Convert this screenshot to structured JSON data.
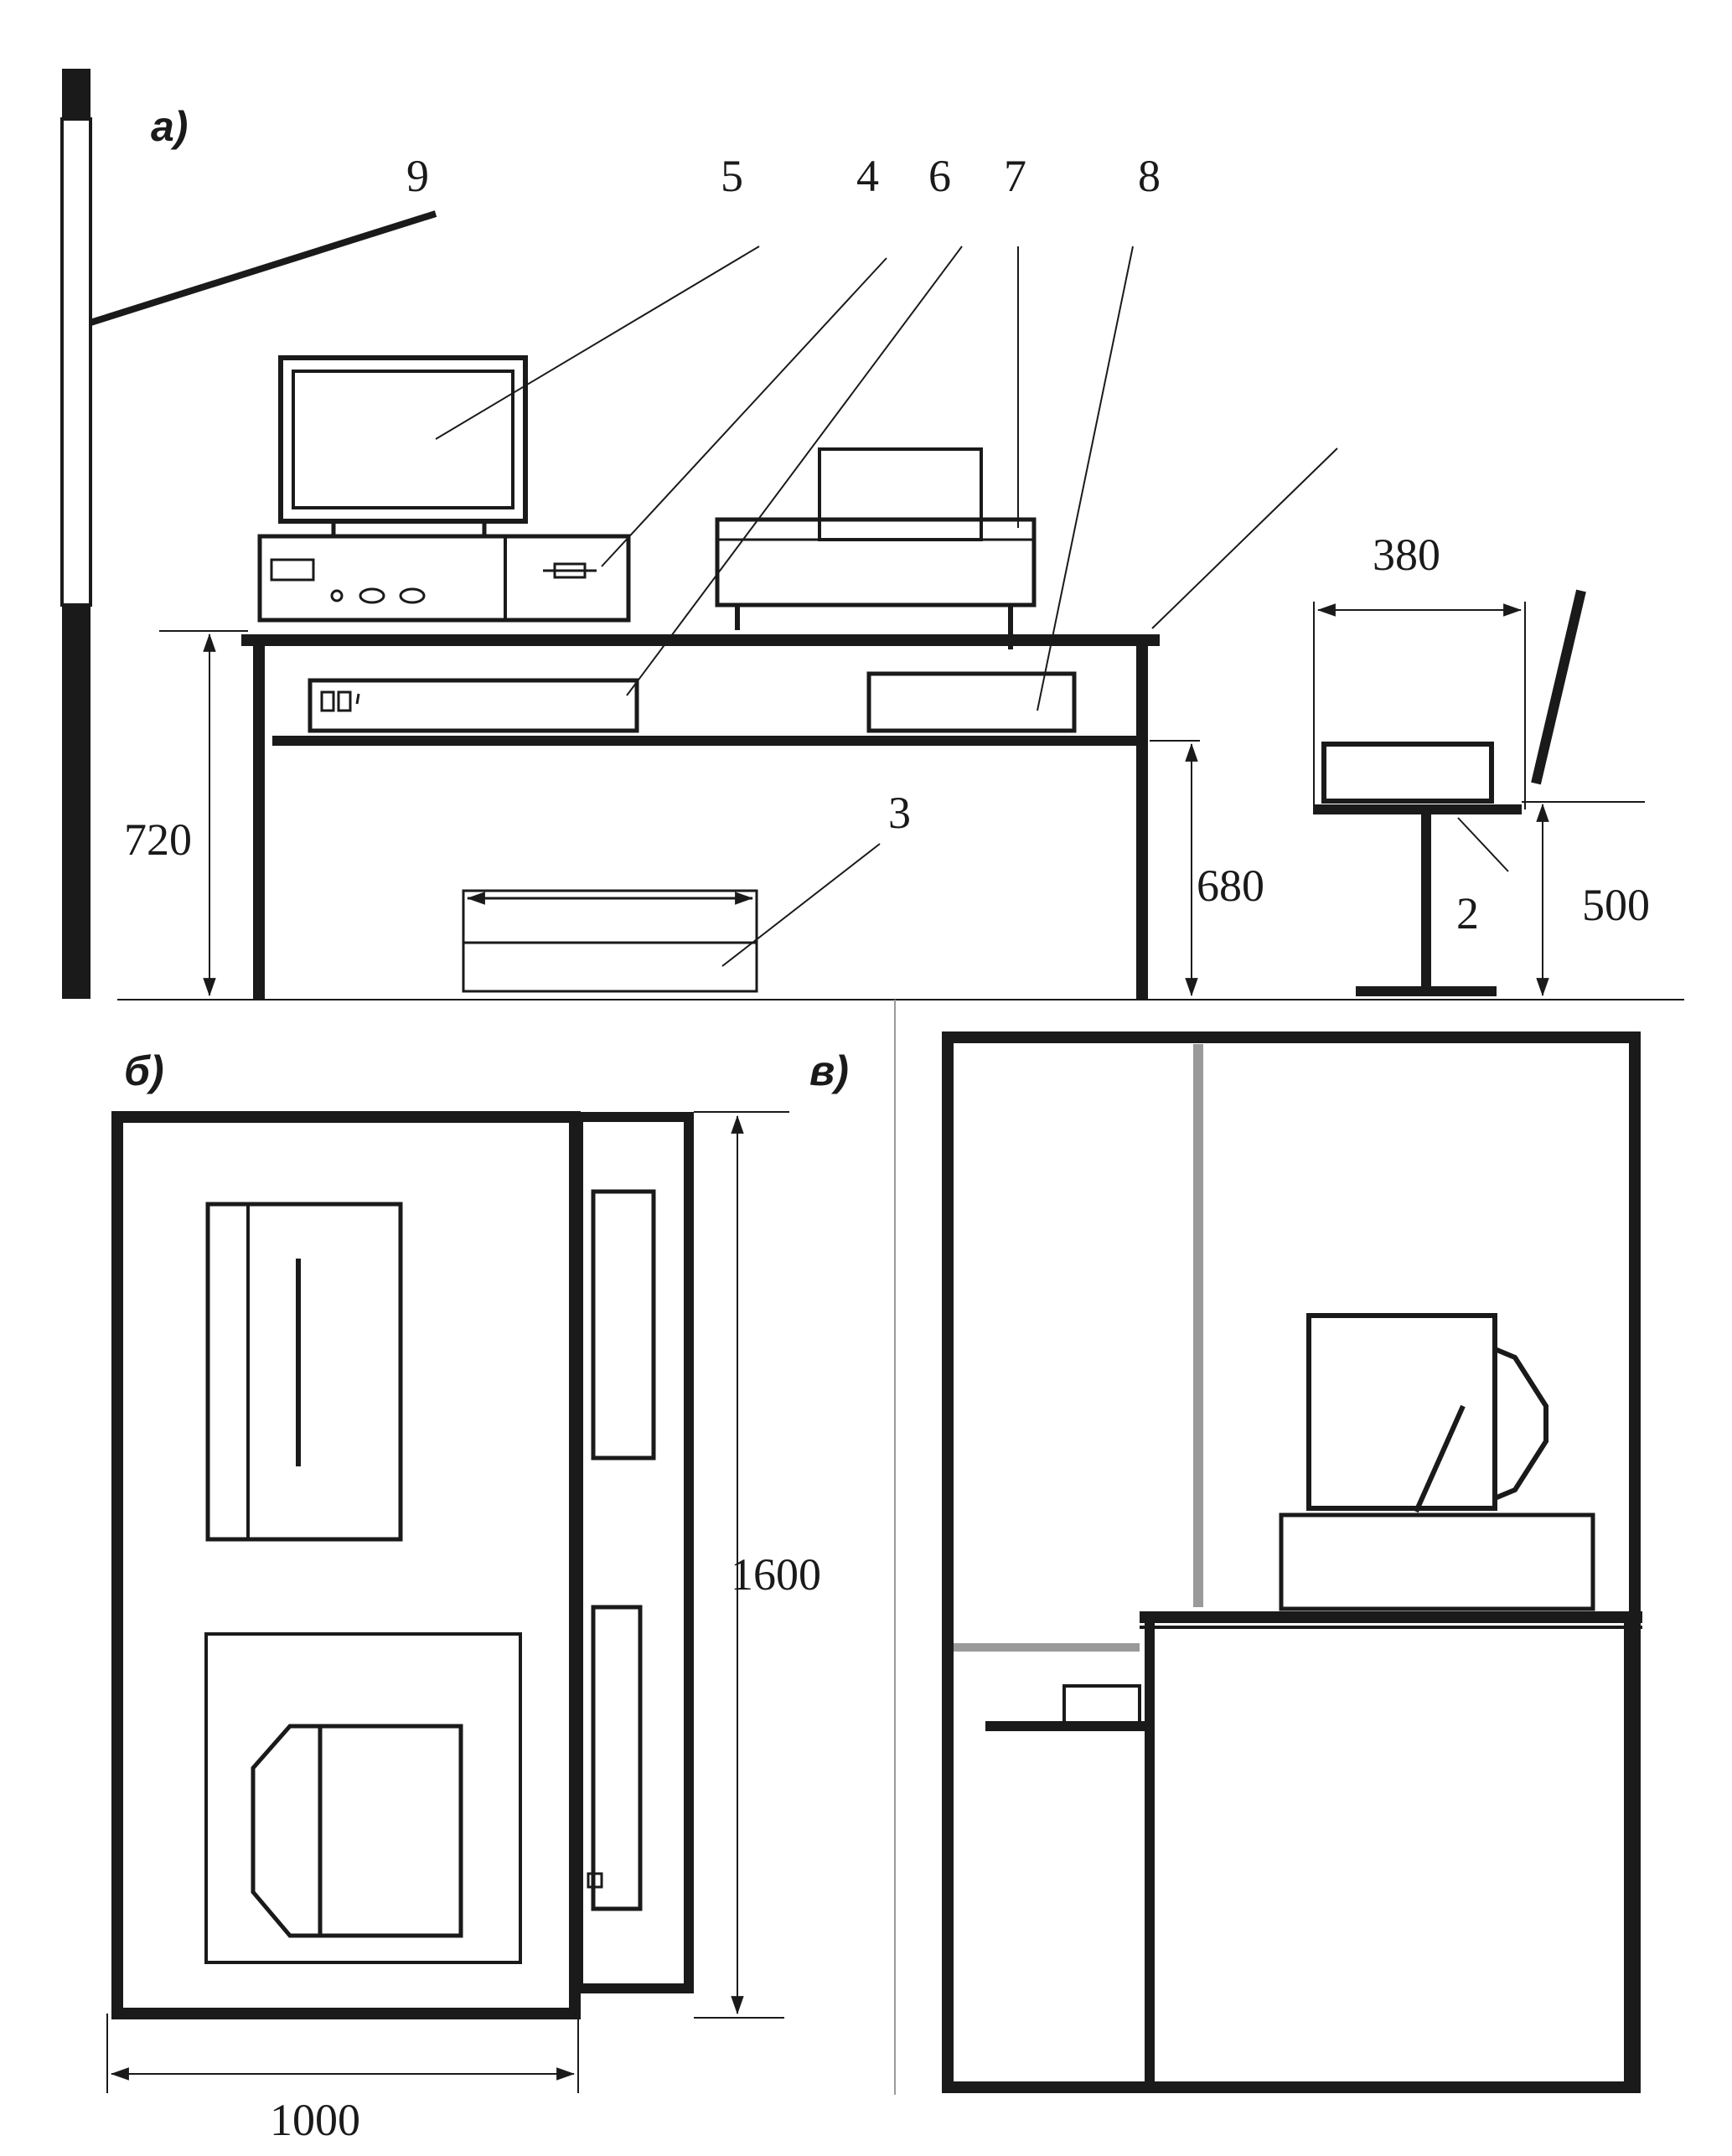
{
  "panels": {
    "a": "а)",
    "b": "б)",
    "c": "в)"
  },
  "callouts": {
    "n9": "9",
    "n5": "5",
    "n4": "4",
    "n6": "6",
    "n7": "7",
    "n8": "8",
    "n3": "3",
    "n2": "2"
  },
  "dimensions": {
    "desk_height": "720",
    "shelf_height": "680",
    "seat_width": "380",
    "seat_height": "500",
    "plan_depth": "1600",
    "plan_width": "1000"
  },
  "colors": {
    "ink": "#1a1a1a",
    "grey": "#9a9a9a"
  }
}
